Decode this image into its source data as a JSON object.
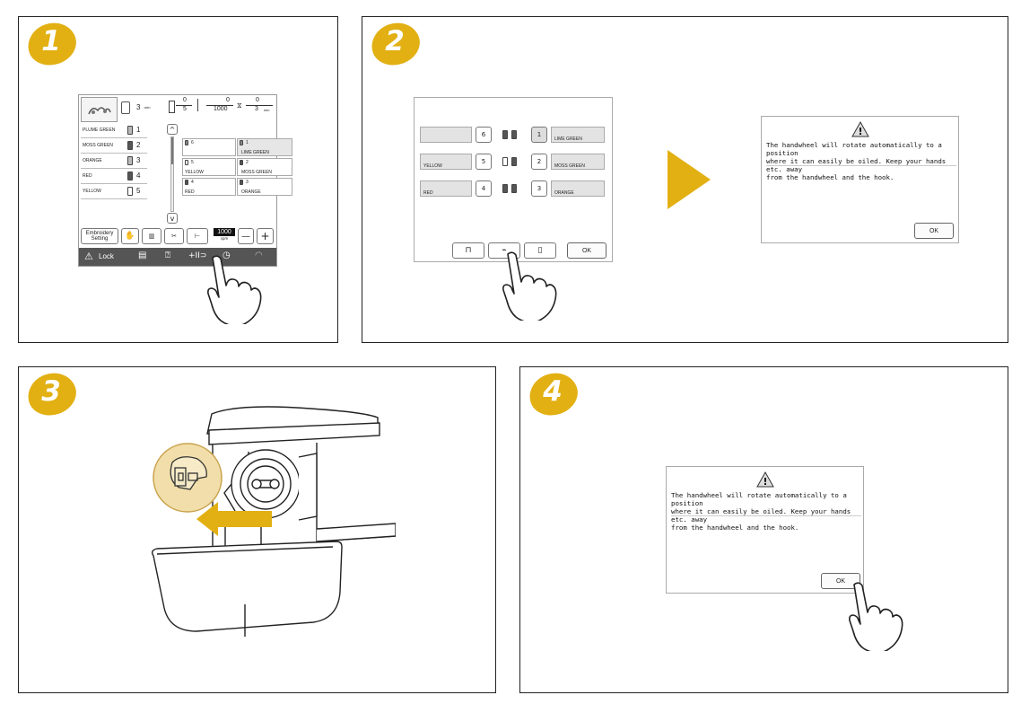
{
  "steps": {
    "step1": {
      "number": "1"
    },
    "step2": {
      "number": "2"
    },
    "step3": {
      "number": "3"
    },
    "step4": {
      "number": "4"
    }
  },
  "screen1": {
    "needles_count": "3",
    "needles_unit": "min",
    "stitch_counter": {
      "top": "0",
      "bottom": "5"
    },
    "stitch_total": {
      "top": "0",
      "bottom": "1000"
    },
    "time_counter": {
      "top": "0",
      "bottom": "3",
      "unit": "min"
    },
    "color_list": [
      {
        "name": "PLUME GREEN",
        "num": "1"
      },
      {
        "name": "MOSS GREEN",
        "num": "2"
      },
      {
        "name": "ORANGE",
        "num": "3"
      },
      {
        "name": "RED",
        "num": "4"
      },
      {
        "name": "YELLOW",
        "num": "5"
      }
    ],
    "needle_grid": [
      {
        "num": "6",
        "name": ""
      },
      {
        "num": "1",
        "name": "LIME GREEN"
      },
      {
        "num": "5",
        "name": "YELLOW"
      },
      {
        "num": "2",
        "name": "MOSS GREEN"
      },
      {
        "num": "4",
        "name": "RED"
      },
      {
        "num": "3",
        "name": "ORANGE"
      }
    ],
    "embroidery_setting_label": "Embroidery\nSetting",
    "speed_value": "1000",
    "speed_unit": "spm",
    "minus_label": "—",
    "plus_label": "+",
    "lock_label": "Lock"
  },
  "screen2": {
    "rows": [
      {
        "left_num": "6",
        "left_name": "",
        "right_num": "1",
        "right_name": "LIME GREEN"
      },
      {
        "left_num": "5",
        "left_name": "YELLOW",
        "right_num": "2",
        "right_name": "MOSS GREEN"
      },
      {
        "left_num": "4",
        "left_name": "RED",
        "right_num": "3",
        "right_name": "ORANGE"
      }
    ],
    "ok_label": "OK"
  },
  "dialog": {
    "warning_icon": "warning-triangle-icon",
    "message": "The handwheel will rotate automatically to a position\nwhere it can easily be oiled. Keep your hands etc. away\nfrom the handwheel and the hook.",
    "ok_label": "OK"
  },
  "colors": {
    "badge": "#e2b013",
    "arrow": "#e2b013",
    "status_bar": "#555555"
  }
}
